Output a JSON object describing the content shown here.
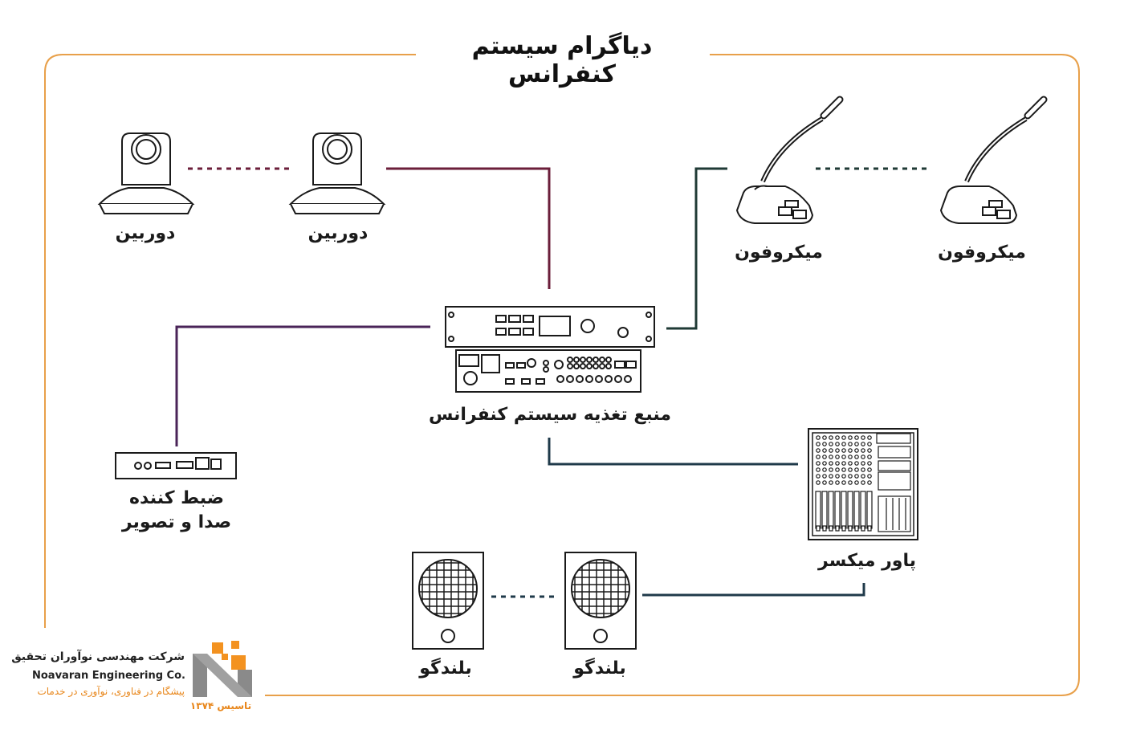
{
  "title": "دیاگرام سیستم کنفرانس",
  "nodes": {
    "camera_left": "دوربین",
    "camera_right": "دوربین",
    "mic_left": "میکروفون",
    "mic_right": "میکروفون",
    "power_supply": "منبع تغذیه سیستم کنفرانس",
    "recorder_line1": "ضبط کننده",
    "recorder_line2": "صدا و تصویر",
    "power_mixer": "پاور میکسر",
    "speaker_left": "بلندگو",
    "speaker_right": "بلندگو"
  },
  "company": {
    "name_fa": "شرکت مهندسی نوآوران تحقیق",
    "name_en": "Noavaran Engineering Co.",
    "slogan": "پیشگام در فناوری، نوآوری در خدمات",
    "founded": "تاسیس ۱۳۷۴"
  },
  "colors": {
    "frame": "#e8a04a",
    "camera_link": "#6b1e3a",
    "recorder_link": "#4a2458",
    "mic_link": "#1f3a35",
    "mixer_link": "#1f3a4a",
    "logo_orange": "#f39220",
    "logo_gray": "#8a8a8a"
  }
}
